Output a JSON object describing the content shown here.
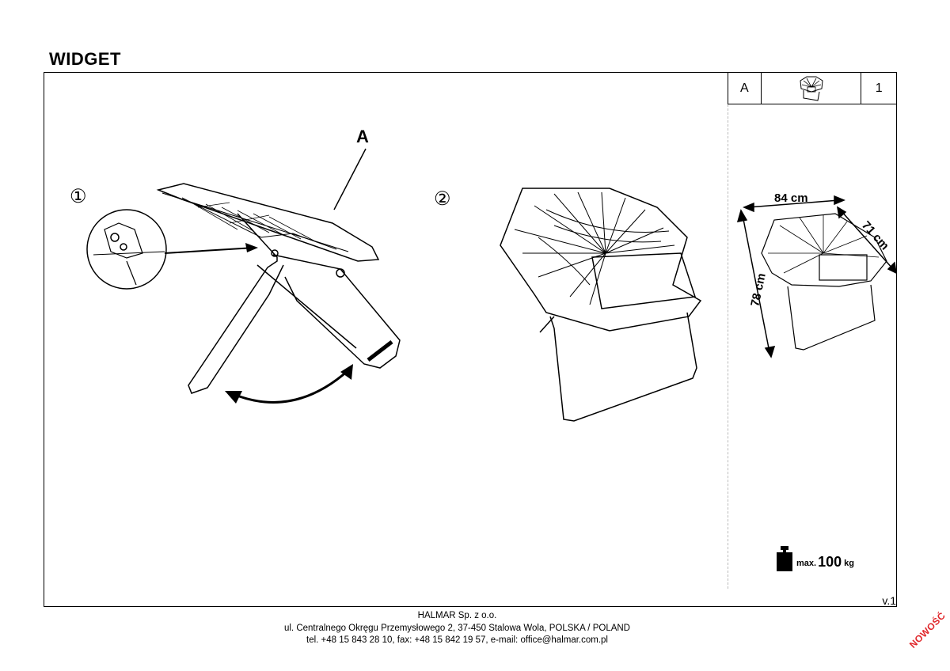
{
  "header": {
    "title": "WIDGET"
  },
  "parts_table": {
    "part_letter": "A",
    "quantity": "1"
  },
  "steps": {
    "step1": "①",
    "step2": "②"
  },
  "callout": {
    "part_label": "A"
  },
  "dimensions": {
    "width": "84 cm",
    "depth": "71 cm",
    "height": "78 cm"
  },
  "max_load": {
    "prefix": "max.",
    "value": "100",
    "unit": "kg"
  },
  "version": "v.1",
  "footer": {
    "company": "HALMAR Sp. z o.o.",
    "address": "ul. Centralnego Okręgu Przemysłowego 2, 37-450 Stalowa Wola, POLSKA / POLAND",
    "contact": "tel. +48 15 843 28 10, fax: +48 15 842 19 57, e-mail: office@halmar.com.pl"
  },
  "stamp": "NOWOŚĆ"
}
